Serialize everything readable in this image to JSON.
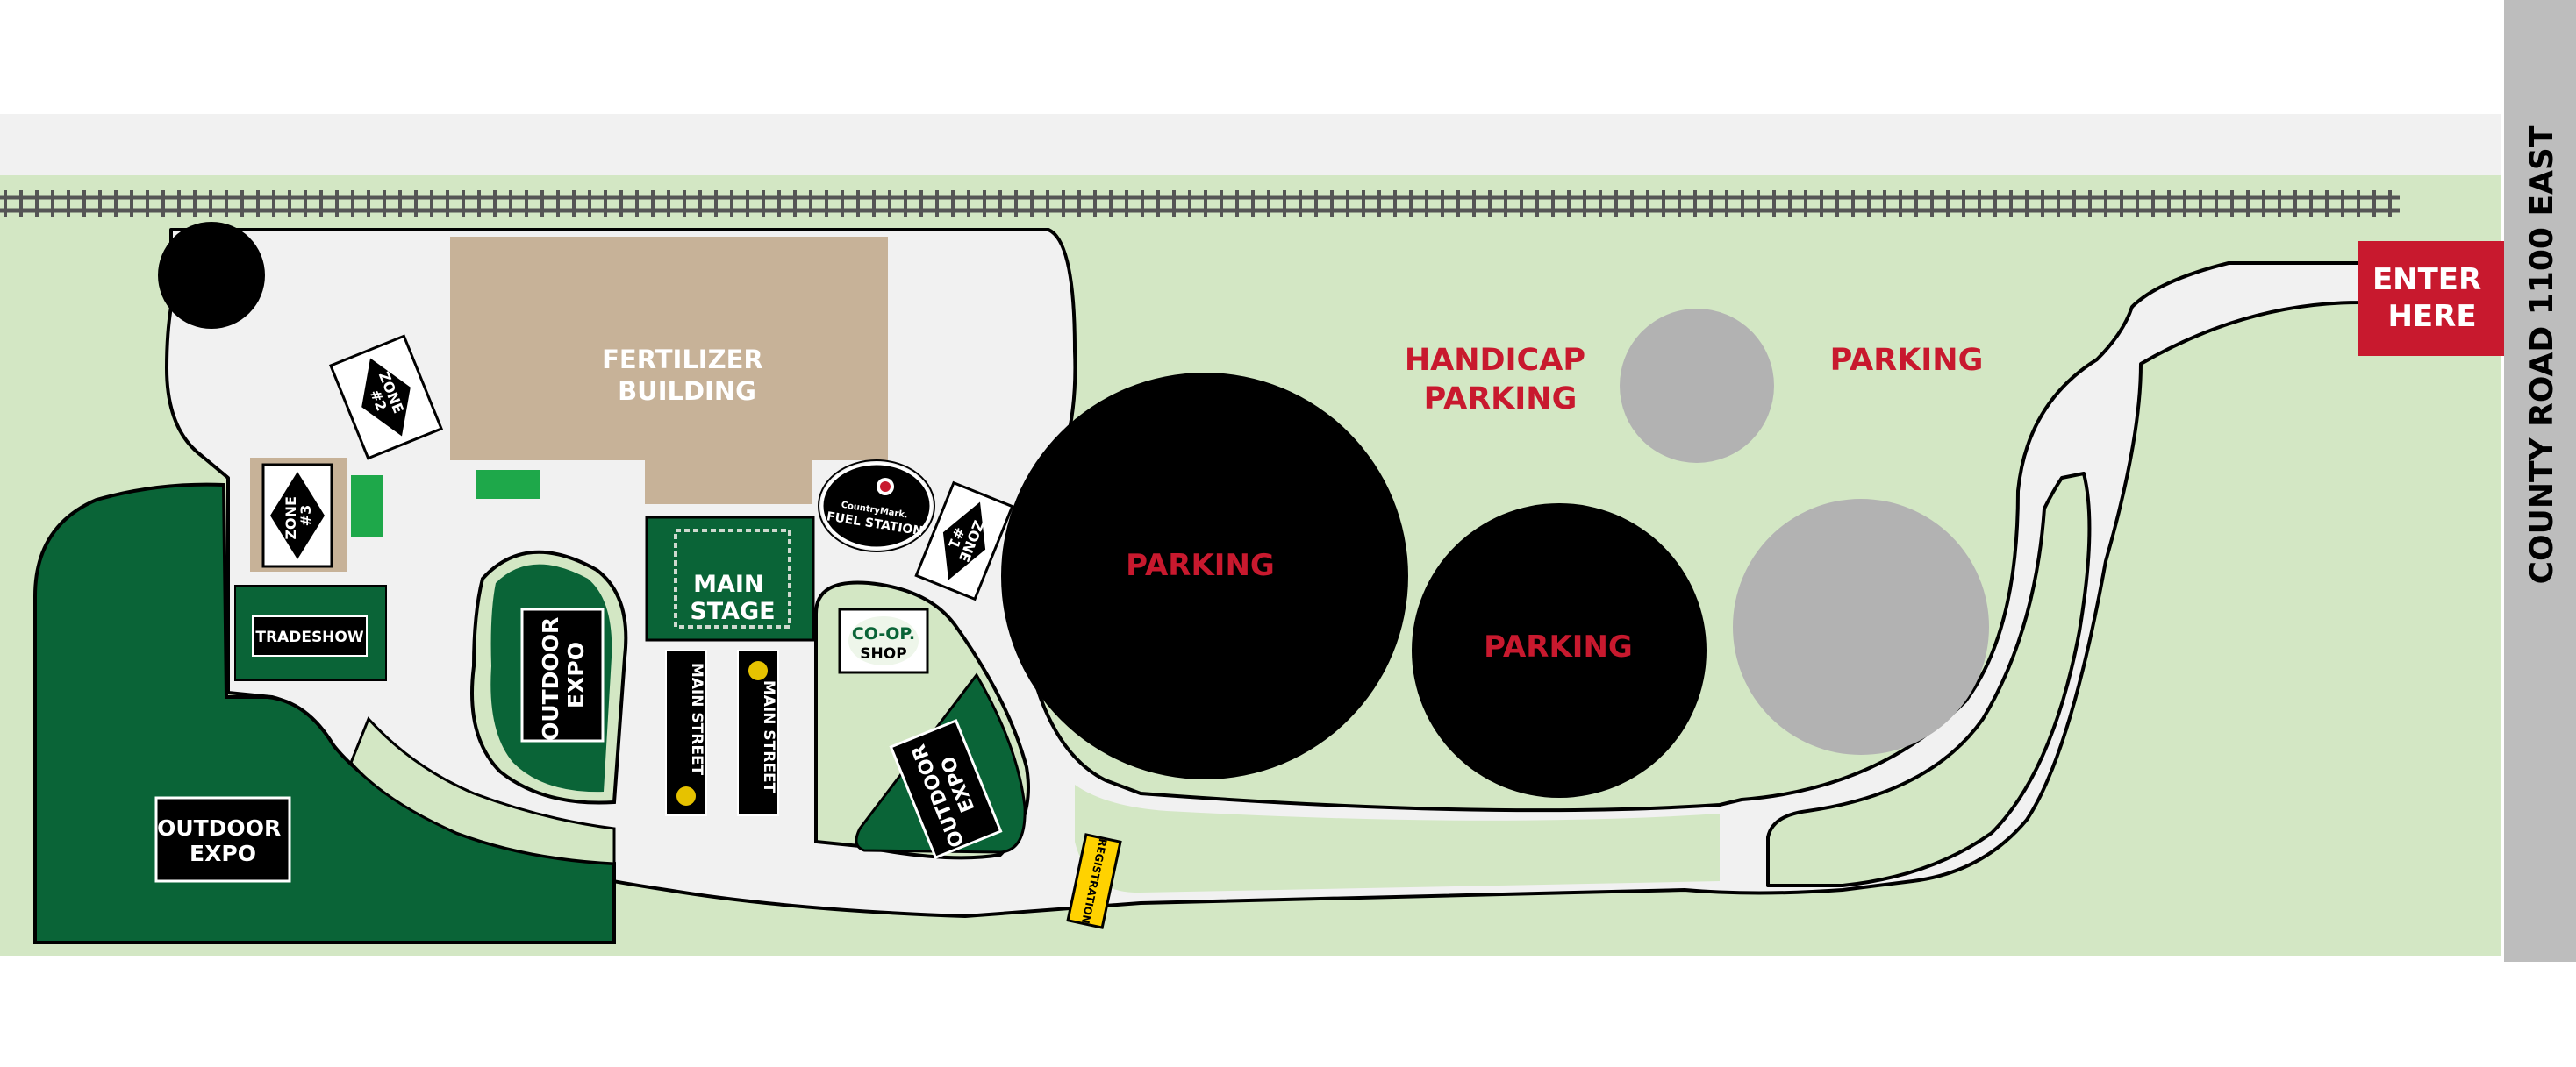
{
  "colors": {
    "grass": "#d3e7c4",
    "lot": "#f1f1f1",
    "dark_green": "#0a6437",
    "bright_green": "#1ea84a",
    "black": "#000000",
    "building": "#c7b298",
    "gray_circle": "#b2b2b2",
    "red": "#c8192e",
    "road": "#bdbdbd",
    "registration": "#ffd200",
    "white": "#ffffff"
  },
  "map": {
    "fertilizer_building": [
      "FERTILIZER",
      "BUILDING"
    ],
    "zones": {
      "zone1": [
        "ZONE",
        "#1"
      ],
      "zone2": [
        "ZONE",
        "#2"
      ],
      "zone3": [
        "ZONE",
        "#3"
      ]
    },
    "tradeshow": "TRADESHOW",
    "main_stage": [
      "MAIN",
      "STAGE"
    ],
    "outdoor_expo": [
      "OUTDOOR",
      "EXPO"
    ],
    "main_street": "MAIN STREET",
    "coop_shop": [
      "CO-OP.",
      "SHOP"
    ],
    "fuel_station": [
      "CountryMark.",
      "FUEL STATION"
    ],
    "registration": "REGISTRATION",
    "parking": "PARKING",
    "handicap_parking": [
      "HANDICAP",
      "PARKING"
    ],
    "enter_here": [
      "ENTER",
      "HERE"
    ],
    "county_road": "COUNTY ROAD 1100 EAST"
  }
}
